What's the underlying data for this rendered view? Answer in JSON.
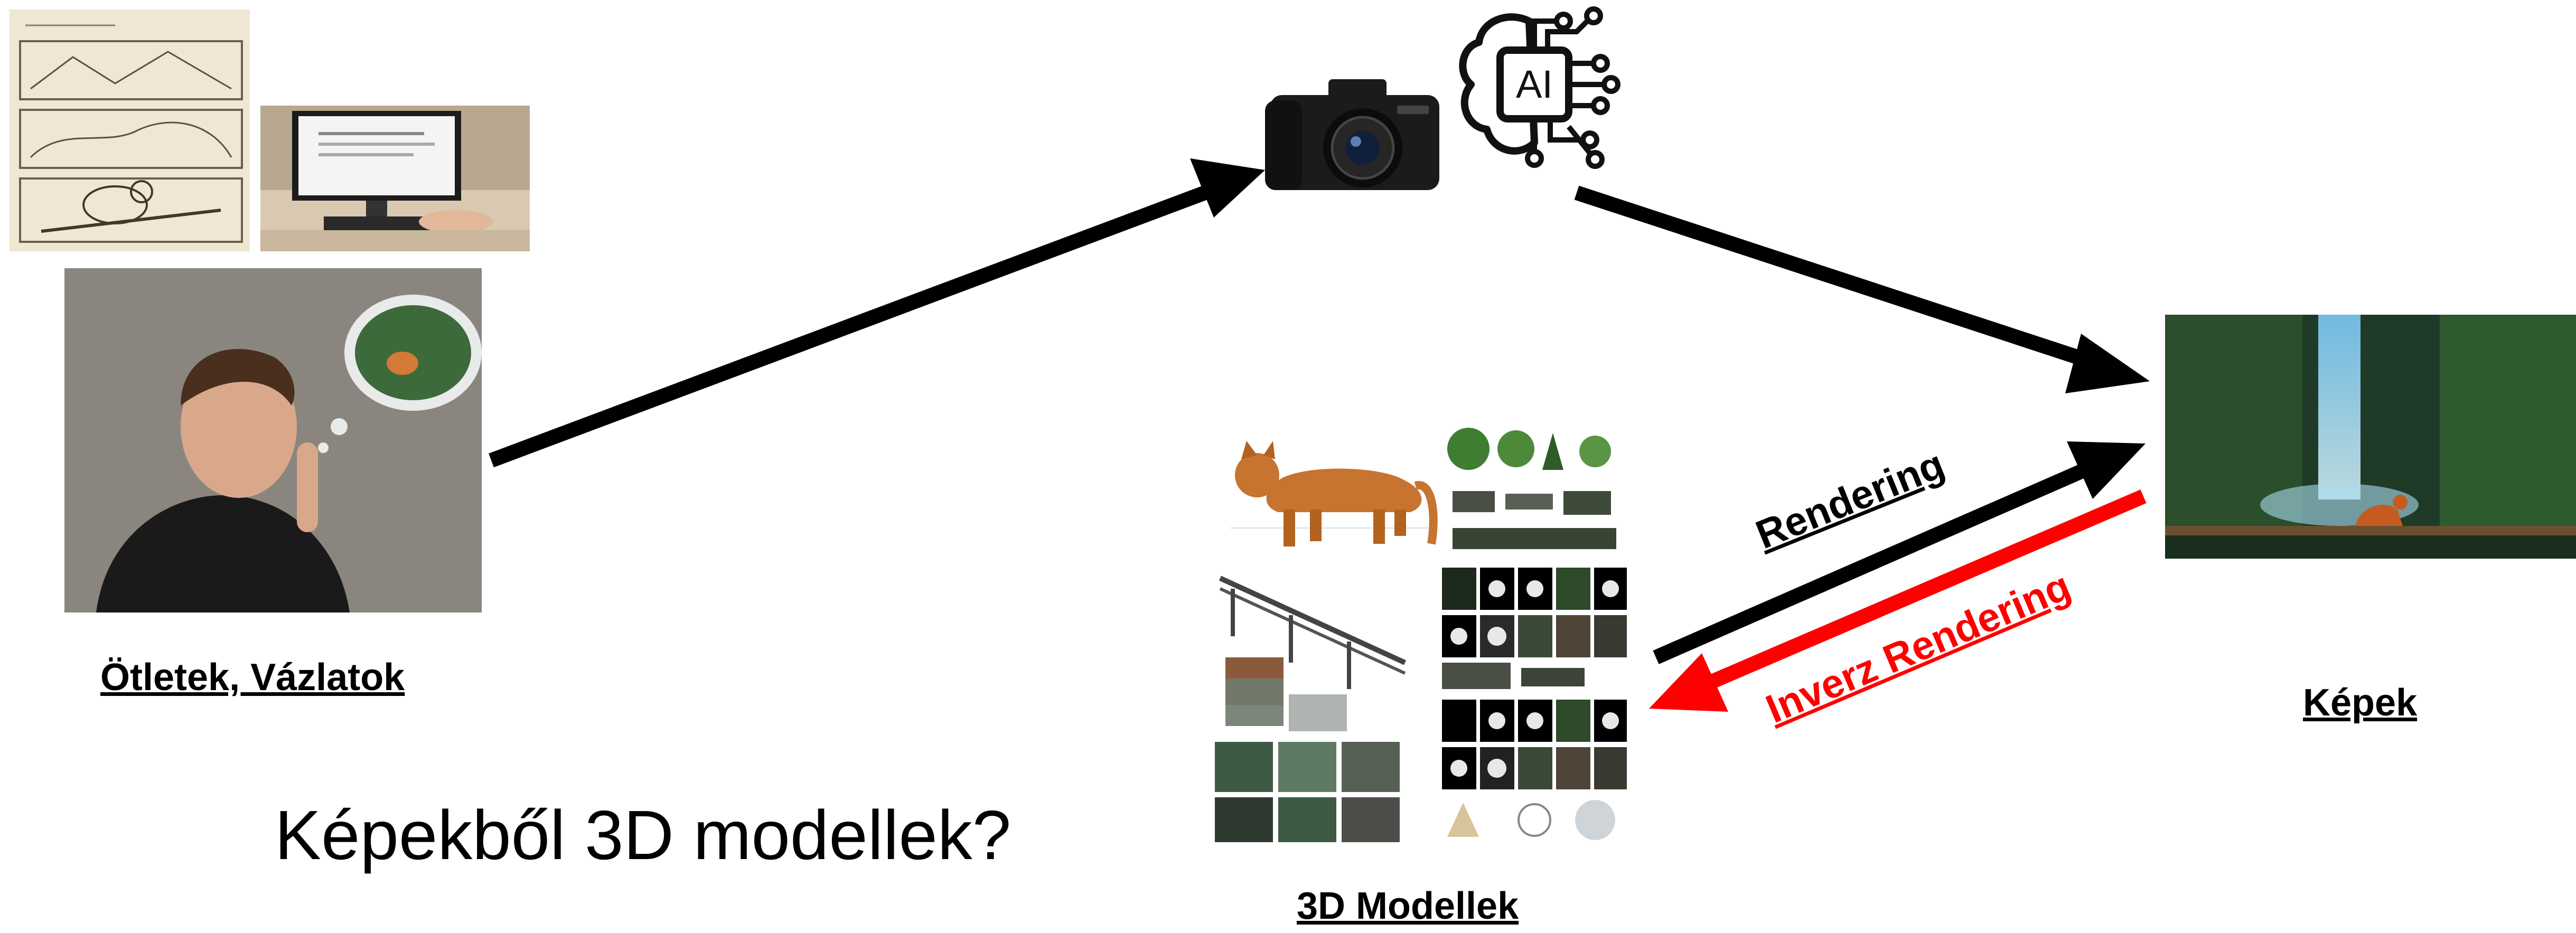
{
  "labels": {
    "ideas": "Ötletek, Vázlatok",
    "question": "Képekből 3D modellek?",
    "models": "3D Modellek",
    "images": "Képek",
    "rendering": "Rendering",
    "inverse_rendering": "Inverz Rendering",
    "ai_badge": "AI"
  },
  "colors": {
    "rendering_arrow": "#000000",
    "inverse_rendering_arrow": "#ff0000",
    "inverse_rendering_text": "#ff0000"
  },
  "icons": [
    "camera-icon",
    "ai-brain-icon"
  ]
}
